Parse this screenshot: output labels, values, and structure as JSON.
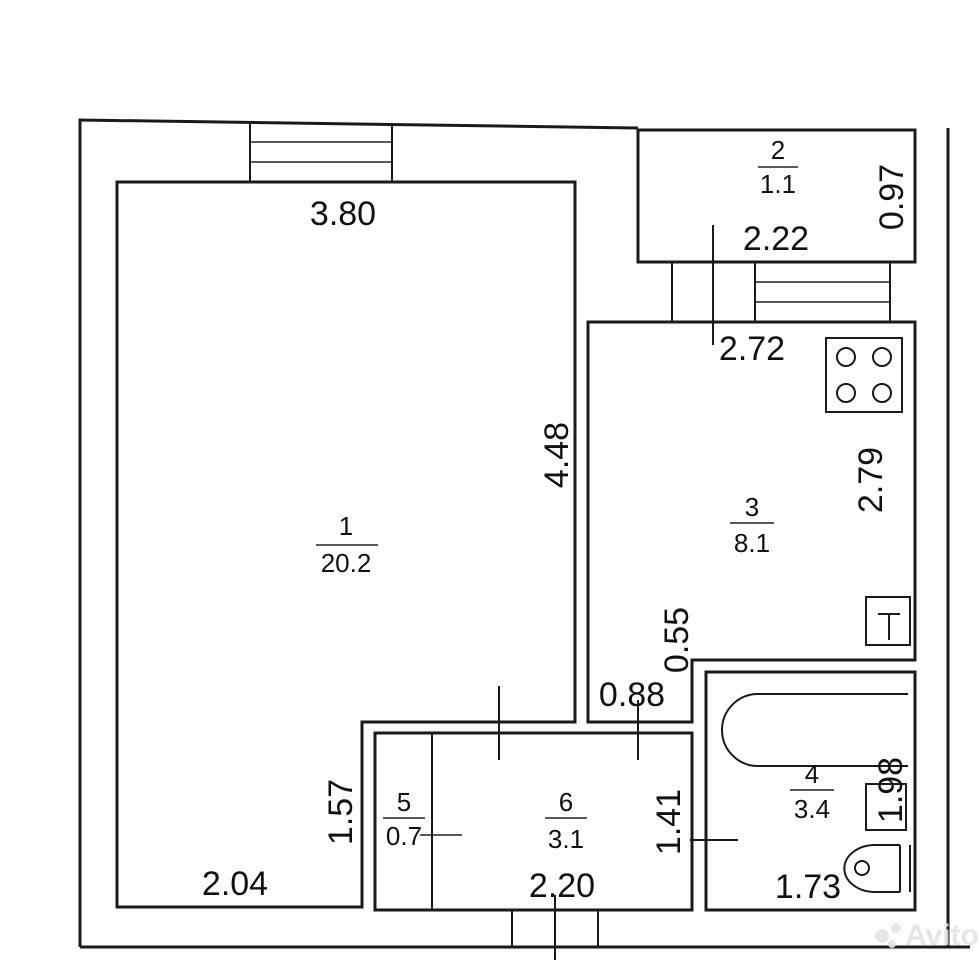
{
  "rooms": [
    {
      "number": "1",
      "area": "20.2"
    },
    {
      "number": "2",
      "area": "1.1"
    },
    {
      "number": "3",
      "area": "8.1"
    },
    {
      "number": "4",
      "area": "3.4"
    },
    {
      "number": "5",
      "area": "0.7"
    },
    {
      "number": "6",
      "area": "3.1"
    }
  ],
  "dimensions": {
    "d1_top": "3.80",
    "d1_side": "4.48",
    "d1_bottom": "2.04",
    "d1_hall": "1.57",
    "d2_side": "0.97",
    "d2_bottom": "2.22",
    "d3_top": "2.72",
    "d3_side": "2.79",
    "d3_nook_v": "0.55",
    "d3_nook_h": "0.88",
    "d4_side": "1.98",
    "d4_bottom": "1.73",
    "d6_side": "1.41",
    "d6_bottom": "2.20"
  },
  "watermark": "Avito"
}
